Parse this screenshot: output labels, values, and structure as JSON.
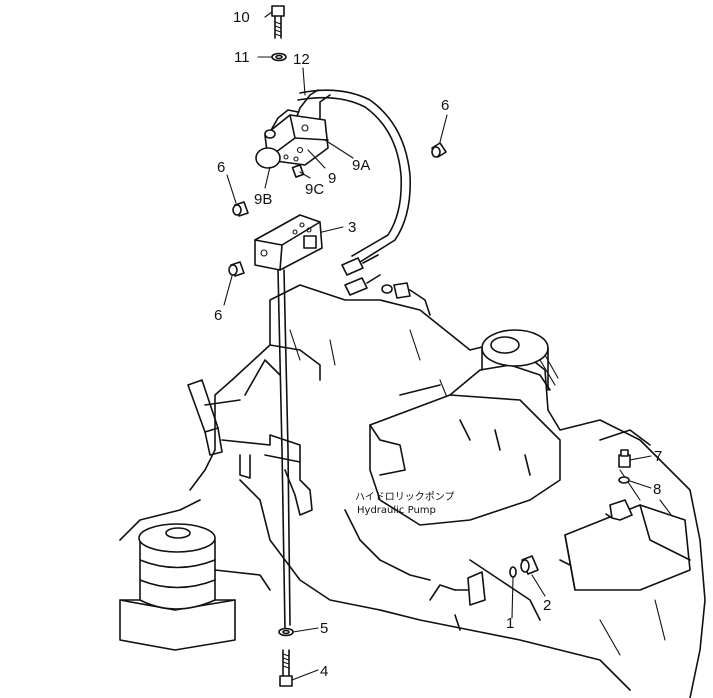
{
  "callouts": {
    "c1": "1",
    "c2": "2",
    "c3": "3",
    "c4": "4",
    "c5": "5",
    "c6a": "6",
    "c6b": "6",
    "c6c": "6",
    "c7": "7",
    "c8": "8",
    "c9": "9",
    "c9a": "9A",
    "c9b": "9B",
    "c9c": "9C",
    "c10": "10",
    "c11": "11",
    "c12": "12"
  },
  "pump_label": {
    "jp": "ハイドロリックポンプ",
    "en": "Hydraulic  Pump"
  }
}
